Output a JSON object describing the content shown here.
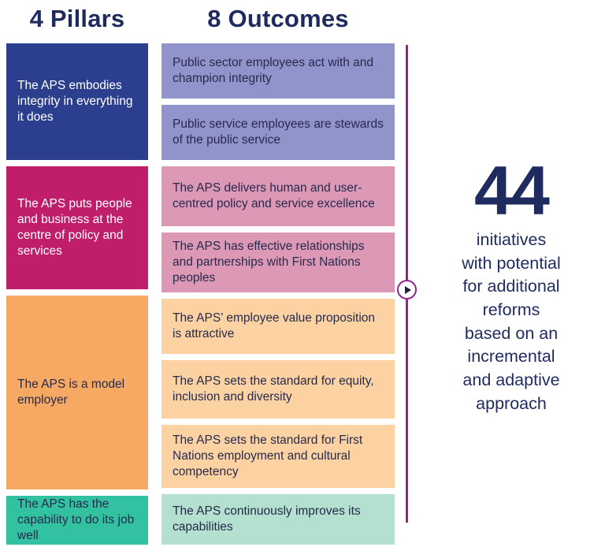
{
  "headers": {
    "pillars": "4 Pillars",
    "outcomes": "8 Outcomes"
  },
  "pillars": [
    {
      "text": "The APS embodies integrity in everything it does",
      "color": "#2b3f8e",
      "text_color": "#ffffff"
    },
    {
      "text": "The APS puts people and business at the centre of policy and services",
      "color": "#c01d6a",
      "text_color": "#ffffff"
    },
    {
      "text": "The APS is a model employer",
      "color": "#f6a962",
      "text_color": "#262a4d"
    },
    {
      "text": "The APS has the capability to do its job well",
      "color": "#32c2a1",
      "text_color": "#262a4d"
    }
  ],
  "outcomes": [
    {
      "text": "Public sector employees act with and champion integrity",
      "color": "#9194ca",
      "text_color": "#262a4d"
    },
    {
      "text": "Public service employees are stewards of the public service",
      "color": "#9194ca",
      "text_color": "#262a4d"
    },
    {
      "text": "The APS delivers human and user-centred policy and service excellence",
      "color": "#dc98b4",
      "text_color": "#262a4d"
    },
    {
      "text": "The APS has effective relationships and partnerships with First Nations peoples",
      "color": "#dc98b4",
      "text_color": "#262a4d"
    },
    {
      "text": "The APS’ employee value proposition is attractive",
      "color": "#fcd2a3",
      "text_color": "#262a4d"
    },
    {
      "text": "The APS sets the standard for equity, inclusion and diversity",
      "color": "#fcd2a3",
      "text_color": "#262a4d"
    },
    {
      "text": "The APS sets the standard for First Nations employment and cultural competency",
      "color": "#fcd2a3",
      "text_color": "#262a4d"
    },
    {
      "text": "The APS continuously improves its capabilities",
      "color": "#b3e0cf",
      "text_color": "#262a4d"
    }
  ],
  "summary": {
    "number": "44",
    "text": "initiatives\nwith potential\nfor additional\nreforms\nbased on an\nincremental\nand adaptive\napproach"
  },
  "colors": {
    "heading": "#1f2a5e",
    "line": "#90278e"
  }
}
